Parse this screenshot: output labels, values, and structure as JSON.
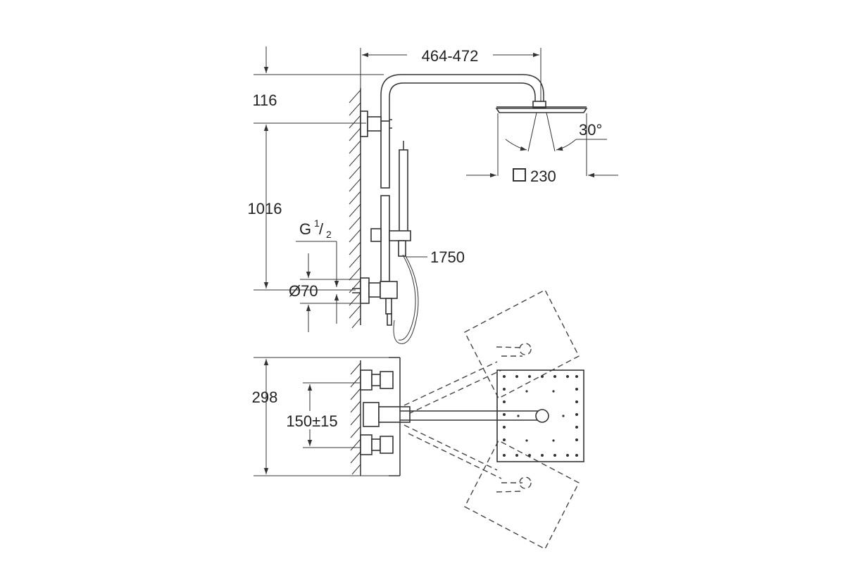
{
  "dimensions": {
    "arm_length": "464-472",
    "top_offset": "116",
    "column_height": "1016",
    "thread_main": "G",
    "thread_num": "1",
    "thread_den": "2",
    "rosette_diameter": "Ø70",
    "hand_shower_height": "1750",
    "spray_angle": "30°",
    "head_size": "230",
    "wall_projection": "298",
    "inlet_spacing": "150±15"
  },
  "colors": {
    "line": "#333333",
    "background": "#ffffff"
  },
  "icons": {
    "square_symbol": "square-outline-icon"
  }
}
